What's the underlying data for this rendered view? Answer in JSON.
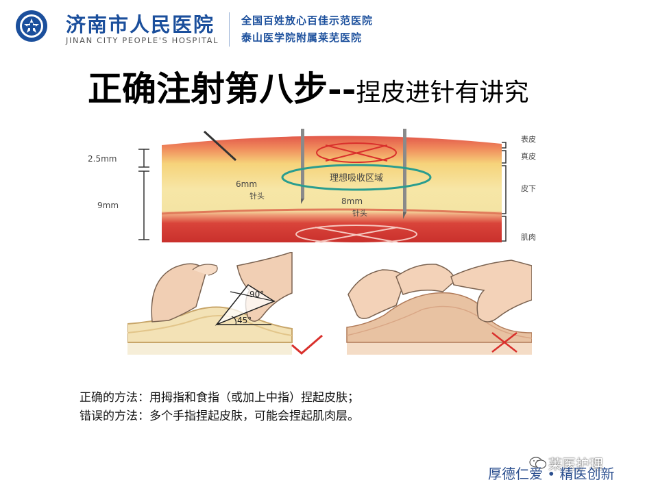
{
  "header": {
    "hospital_name_cn": "济南市人民医院",
    "hospital_name_en": "JINAN CITY PEOPLE'S HOSPITAL",
    "tagline_1": "全国百姓放心百佳示范医院",
    "tagline_2": "泰山医学院附属莱芜医院"
  },
  "slide": {
    "title_main": "正确注射第八步--",
    "title_sub": "捏皮进针有讲究"
  },
  "diagram": {
    "dim_top": "2.5mm",
    "dim_bottom": "9mm",
    "needle_6": "6mm",
    "needle_6_tip": "针头",
    "needle_8": "8mm",
    "needle_8_tip": "针头",
    "ideal_zone": "理想吸收区域",
    "layer_epidermis": "表皮",
    "layer_dermis": "真皮",
    "layer_subcutaneous": "皮下",
    "layer_muscle": "肌肉",
    "angle_90": "90°",
    "angle_45": "45°"
  },
  "description": {
    "correct": "正确的方法：用拇指和食指（或加上中指）捏起皮肤；",
    "wrong": "错误的方法：多个手指捏起皮肤，可能会捏起肌肉层。"
  },
  "footer": {
    "wechat_account": "莱医护理",
    "motto": "厚德仁爱 • 精医创新"
  },
  "colors": {
    "brand_blue": "#1b4f9c",
    "mark_red": "#d9302c",
    "ideal_zone_teal": "#2a9d8f"
  },
  "icons": {
    "hospital_logo": "hospital-emblem-icon",
    "wechat": "wechat-icon",
    "correct_mark": "checkmark-icon",
    "wrong_mark": "cross-icon"
  }
}
